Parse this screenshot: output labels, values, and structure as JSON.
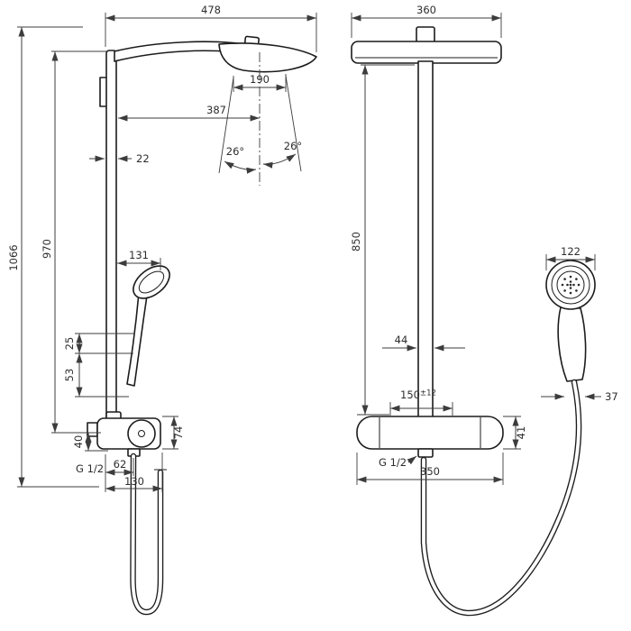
{
  "drawing": {
    "side_view": {
      "width_total": "478",
      "spray_width": "190",
      "spray_reach": "387",
      "spray_angle_left": "26°",
      "spray_angle_right": "26°",
      "bar_depth": "22",
      "height_total": "1066",
      "bar_height": "970",
      "handshower_offset": "131",
      "holder_upper": "25",
      "holder_lower": "53",
      "outlet_height": "40",
      "body_height": "74",
      "thread": "G 1/2",
      "outlet_offset": "62",
      "control_offset": "130"
    },
    "front_view": {
      "head_width": "360",
      "pipe_height": "850",
      "pipe_width": "44",
      "handshower_diameter": "122",
      "handle_width": "37",
      "connection_spacing": "150",
      "connection_tolerance": "±12",
      "body_height": "41",
      "body_width": "350",
      "thread": "G 1/2"
    }
  }
}
